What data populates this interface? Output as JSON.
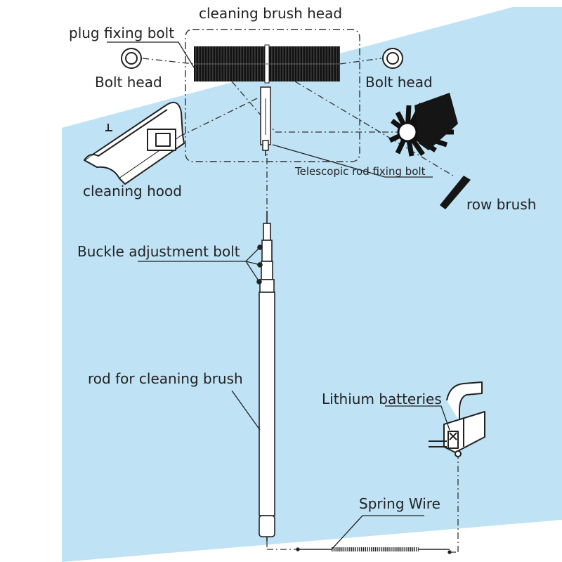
{
  "labels": {
    "cleaning_brush_head": "cleaning brush head",
    "plug_fixing_bolt": "plug fixing bolt",
    "bolt_head_left": "Bolt head",
    "bolt_head_right": "Bolt head",
    "cleaning_hood": "cleaning hood",
    "telescopic_rod_fixing_bolt": "Telescopic rod fixing bolt",
    "row_brush": "row brush",
    "buckle_adjustment_bolt": "Buckle adjustment bolt",
    "rod_for_cleaning_brush": "rod for cleaning brush",
    "lithium_batteries": "Lithium batteries",
    "spring_wire": "Spring Wire"
  },
  "colors": {
    "background_panel": "#bfe2f5",
    "line": "#2a2a2a",
    "brush": "#151515"
  }
}
